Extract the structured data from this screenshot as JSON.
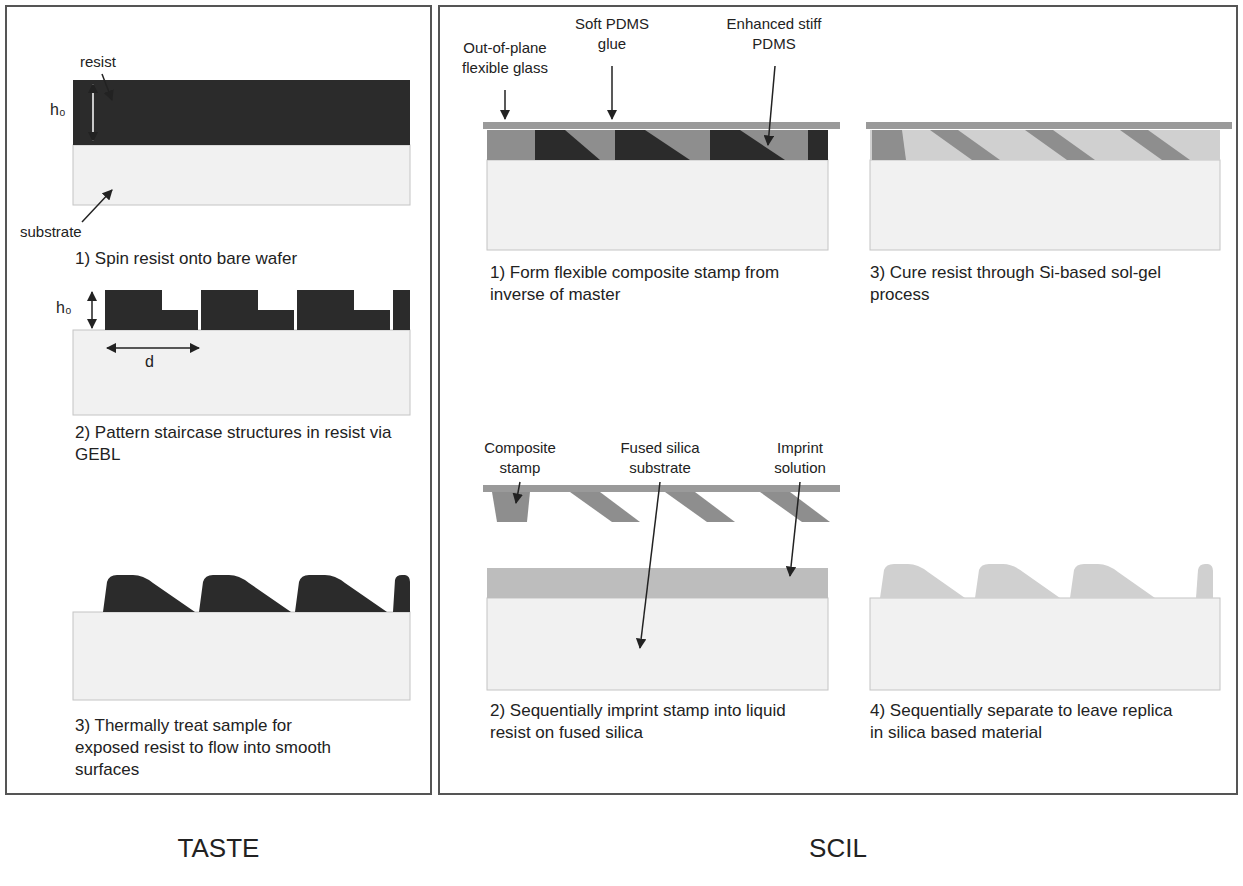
{
  "diagram": {
    "nodes": [
      {
        "text": [
          "TASTE"
        ]
      },
      {
        "text": [
          "SCIL"
        ]
      }
    ],
    "labels": [
      "resist",
      "h₀",
      "substrate",
      "1) Spin resist onto bare wafer",
      "h₀",
      "d",
      "2) Pattern staircase structures in resist via GEBL",
      "3) Thermally treat sample for exposed resist to flow into smooth surfaces",
      "Out-of-plane flexible glass",
      "Soft PDMS glue",
      "Enhanced stiff PDMS",
      "1) Form flexible composite stamp from inverse of master",
      "3) Cure resist through Si-based sol-gel process",
      "Composite stamp",
      "Fused silica substrate",
      "Imprint solution",
      "2) Sequentially imprint stamp into liquid resist on fused silica",
      "4) Sequentially separate to leave replica in silica based material"
    ]
  }
}
